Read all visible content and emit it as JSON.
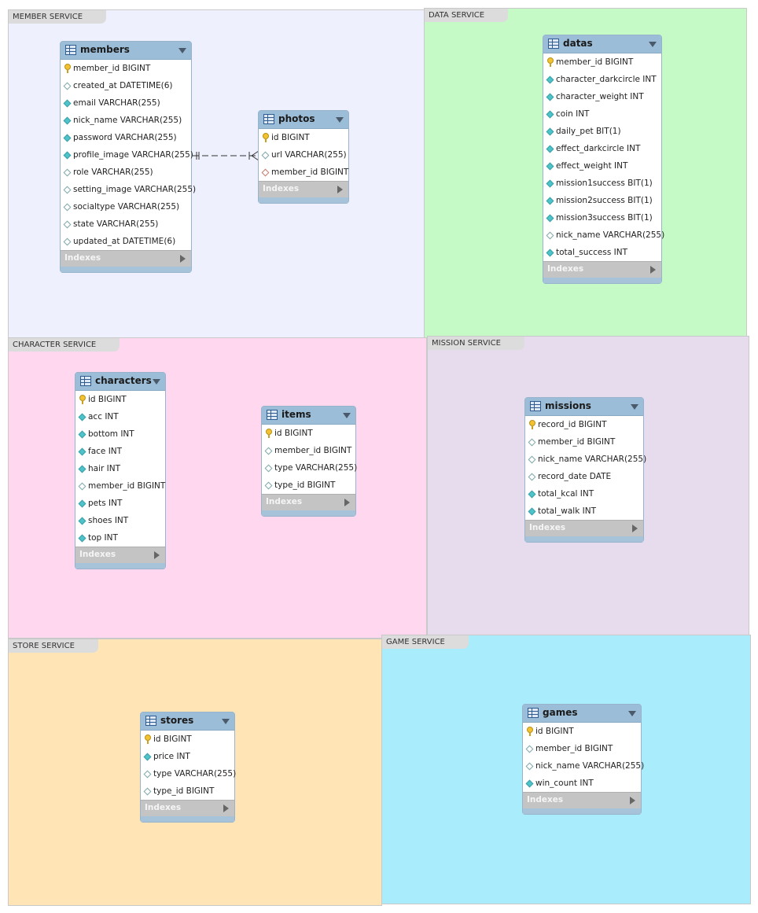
{
  "regions": [
    {
      "label": "MEMBER SERVICE",
      "color": "#eef0fd"
    },
    {
      "label": "DATA SERVICE",
      "color": "#c5fac7"
    },
    {
      "label": "CHARACTER SERVICE",
      "color": "#ffd7ef"
    },
    {
      "label": "MISSION SERVICE",
      "color": "#e6dcee"
    },
    {
      "label": "STORE SERVICE",
      "color": "#ffe4b6"
    },
    {
      "label": "GAME SERVICE",
      "color": "#a9ecfb"
    }
  ],
  "indexes_label": "Indexes",
  "tables": [
    {
      "name": "members",
      "columns": [
        {
          "text": "member_id BIGINT",
          "kind": "pk"
        },
        {
          "text": "created_at DATETIME(6)",
          "kind": "nl"
        },
        {
          "text": "email VARCHAR(255)",
          "kind": "nn"
        },
        {
          "text": "nick_name VARCHAR(255)",
          "kind": "nn"
        },
        {
          "text": "password VARCHAR(255)",
          "kind": "nn"
        },
        {
          "text": "profile_image VARCHAR(255)",
          "kind": "nn"
        },
        {
          "text": "role VARCHAR(255)",
          "kind": "nl"
        },
        {
          "text": "setting_image VARCHAR(255)",
          "kind": "nl"
        },
        {
          "text": "socialtype VARCHAR(255)",
          "kind": "nl"
        },
        {
          "text": "state VARCHAR(255)",
          "kind": "nl"
        },
        {
          "text": "updated_at DATETIME(6)",
          "kind": "nl"
        }
      ]
    },
    {
      "name": "photos",
      "columns": [
        {
          "text": "id BIGINT",
          "kind": "pk"
        },
        {
          "text": "url VARCHAR(255)",
          "kind": "nl"
        },
        {
          "text": "member_id BIGINT",
          "kind": "fk"
        }
      ]
    },
    {
      "name": "datas",
      "columns": [
        {
          "text": "member_id BIGINT",
          "kind": "pk"
        },
        {
          "text": "character_darkcircle INT",
          "kind": "nn"
        },
        {
          "text": "character_weight INT",
          "kind": "nn"
        },
        {
          "text": "coin INT",
          "kind": "nn"
        },
        {
          "text": "daily_pet BIT(1)",
          "kind": "nn"
        },
        {
          "text": "effect_darkcircle INT",
          "kind": "nn"
        },
        {
          "text": "effect_weight INT",
          "kind": "nn"
        },
        {
          "text": "mission1success BIT(1)",
          "kind": "nn"
        },
        {
          "text": "mission2success BIT(1)",
          "kind": "nn"
        },
        {
          "text": "mission3success BIT(1)",
          "kind": "nn"
        },
        {
          "text": "nick_name VARCHAR(255)",
          "kind": "nl"
        },
        {
          "text": "total_success INT",
          "kind": "nn"
        }
      ]
    },
    {
      "name": "characters",
      "columns": [
        {
          "text": "id BIGINT",
          "kind": "pk"
        },
        {
          "text": "acc INT",
          "kind": "nn"
        },
        {
          "text": "bottom INT",
          "kind": "nn"
        },
        {
          "text": "face INT",
          "kind": "nn"
        },
        {
          "text": "hair INT",
          "kind": "nn"
        },
        {
          "text": "member_id BIGINT",
          "kind": "nl"
        },
        {
          "text": "pets INT",
          "kind": "nn"
        },
        {
          "text": "shoes INT",
          "kind": "nn"
        },
        {
          "text": "top INT",
          "kind": "nn"
        }
      ]
    },
    {
      "name": "items",
      "columns": [
        {
          "text": "id BIGINT",
          "kind": "pk"
        },
        {
          "text": "member_id BIGINT",
          "kind": "nl"
        },
        {
          "text": "type VARCHAR(255)",
          "kind": "nl"
        },
        {
          "text": "type_id BIGINT",
          "kind": "nl"
        }
      ]
    },
    {
      "name": "missions",
      "columns": [
        {
          "text": "record_id BIGINT",
          "kind": "pk"
        },
        {
          "text": "member_id BIGINT",
          "kind": "nl"
        },
        {
          "text": "nick_name VARCHAR(255)",
          "kind": "nl"
        },
        {
          "text": "record_date DATE",
          "kind": "nl"
        },
        {
          "text": "total_kcal INT",
          "kind": "nn"
        },
        {
          "text": "total_walk INT",
          "kind": "nn"
        }
      ]
    },
    {
      "name": "stores",
      "columns": [
        {
          "text": "id BIGINT",
          "kind": "pk"
        },
        {
          "text": "price INT",
          "kind": "nn"
        },
        {
          "text": "type VARCHAR(255)",
          "kind": "nl"
        },
        {
          "text": "type_id BIGINT",
          "kind": "nl"
        }
      ]
    },
    {
      "name": "games",
      "columns": [
        {
          "text": "id BIGINT",
          "kind": "pk"
        },
        {
          "text": "member_id BIGINT",
          "kind": "nl"
        },
        {
          "text": "nick_name VARCHAR(255)",
          "kind": "nl"
        },
        {
          "text": "win_count INT",
          "kind": "nn"
        }
      ]
    }
  ]
}
